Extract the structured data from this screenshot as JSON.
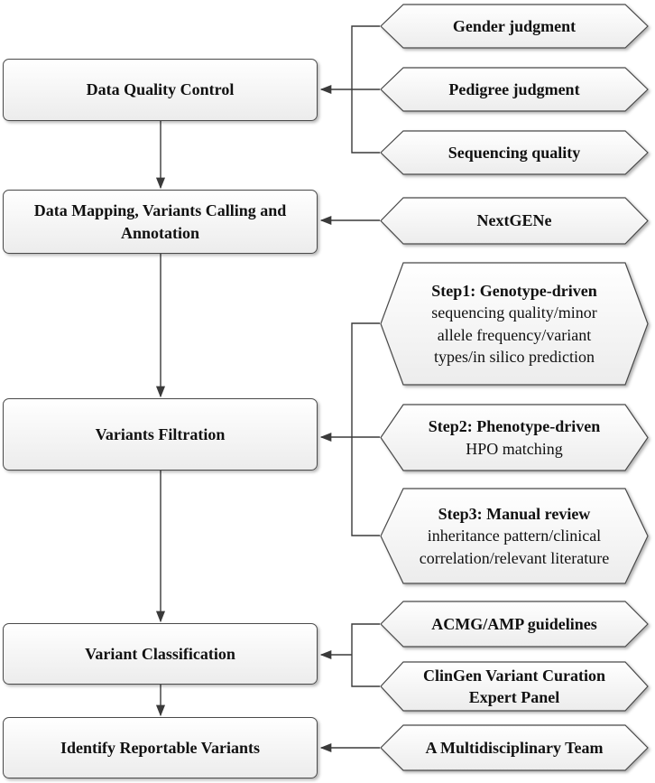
{
  "process_steps": [
    {
      "id": "quality",
      "label": "Data Quality Control"
    },
    {
      "id": "mapping",
      "label": "Data Mapping, Variants Calling and Annotation"
    },
    {
      "id": "filtration",
      "label": "Variants Filtration"
    },
    {
      "id": "classification",
      "label": "Variant Classification"
    },
    {
      "id": "reportable",
      "label": "Identify Reportable Variants"
    }
  ],
  "inputs": {
    "quality": [
      {
        "title": "Gender judgment"
      },
      {
        "title": "Pedigree judgment"
      },
      {
        "title": "Sequencing quality"
      }
    ],
    "mapping": [
      {
        "title": "NextGENe"
      }
    ],
    "filtration": [
      {
        "title": "Step1: Genotype-driven",
        "detail": "sequencing quality/minor\nallele frequency/variant\ntypes/in silico prediction"
      },
      {
        "title": "Step2: Phenotype-driven",
        "detail": "HPO matching"
      },
      {
        "title": "Step3: Manual review",
        "detail": "inheritance pattern/clinical\ncorrelation/relevant literature"
      }
    ],
    "classification": [
      {
        "title": "ACMG/AMP guidelines"
      },
      {
        "title": "ClinGen Variant Curation Expert Panel"
      }
    ],
    "reportable": [
      {
        "title": "A Multidisciplinary Team"
      }
    ]
  },
  "colors": {
    "line": "#3a3a3a",
    "box_border": "#4a4a4a",
    "fill_top": "#ffffff",
    "fill_bottom": "#ececec"
  }
}
